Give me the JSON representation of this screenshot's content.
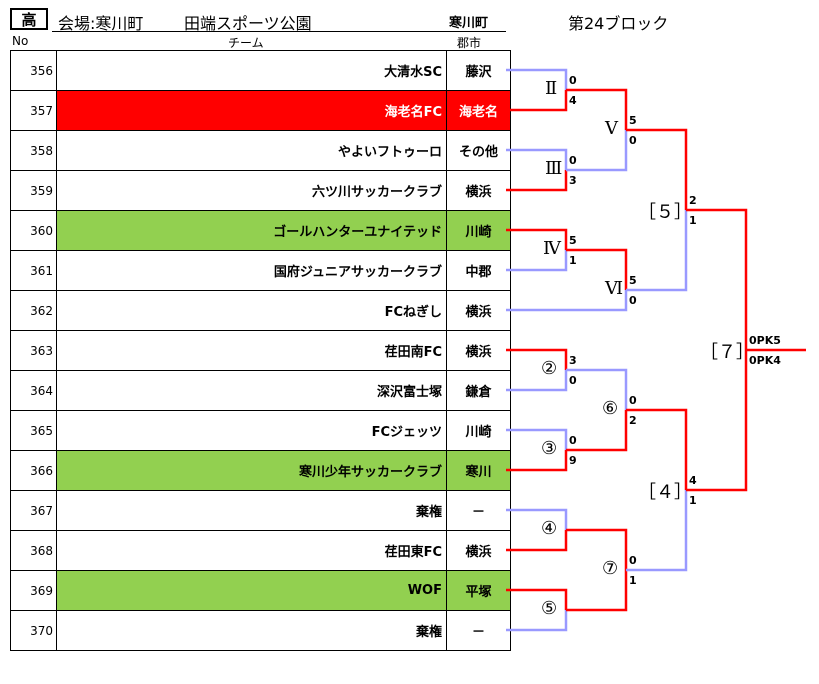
{
  "header": {
    "badge": "高",
    "venue": "会場:寒川町",
    "venue_name": "田端スポーツ公園",
    "town": "寒川町",
    "block": "第24ブロック"
  },
  "columns": {
    "no": "No",
    "team": "チーム",
    "city": "郡市"
  },
  "rows": [
    {
      "no": "356",
      "team": "大清水SC",
      "city": "藤沢",
      "hl": ""
    },
    {
      "no": "357",
      "team": "海老名FC",
      "city": "海老名",
      "hl": "red"
    },
    {
      "no": "358",
      "team": "やよいフトゥーロ",
      "city": "その他",
      "hl": ""
    },
    {
      "no": "359",
      "team": "六ツ川サッカークラブ",
      "city": "横浜",
      "hl": ""
    },
    {
      "no": "360",
      "team": "ゴールハンターユナイテッド",
      "city": "川崎",
      "hl": "green"
    },
    {
      "no": "361",
      "team": "国府ジュニアサッカークラブ",
      "city": "中郡",
      "hl": ""
    },
    {
      "no": "362",
      "team": "FCねぎし",
      "city": "横浜",
      "hl": ""
    },
    {
      "no": "363",
      "team": "荏田南FC",
      "city": "横浜",
      "hl": ""
    },
    {
      "no": "364",
      "team": "深沢富士塚",
      "city": "鎌倉",
      "hl": ""
    },
    {
      "no": "365",
      "team": "FCジェッツ",
      "city": "川崎",
      "hl": ""
    },
    {
      "no": "366",
      "team": "寒川少年サッカークラブ",
      "city": "寒川",
      "hl": "green"
    },
    {
      "no": "367",
      "team": "棄権",
      "city": "－",
      "hl": ""
    },
    {
      "no": "368",
      "team": "荏田東FC",
      "city": "横浜",
      "hl": ""
    },
    {
      "no": "369",
      "team": "WOF",
      "city": "平塚",
      "hl": "green"
    },
    {
      "no": "370",
      "team": "棄権",
      "city": "－",
      "hl": ""
    }
  ],
  "match_labels": {
    "m2": "Ⅱ",
    "m3": "Ⅲ",
    "m4": "Ⅳ",
    "m5": "Ⅴ",
    "m6": "Ⅵ",
    "c2": "②",
    "c3": "③",
    "c4": "④",
    "c5": "⑤",
    "c6": "⑥",
    "c7": "⑦",
    "b5": "［５］",
    "b4": "［４］",
    "b7": "［７］"
  },
  "scores": {
    "m2_top": "0",
    "m2_bot": "4",
    "m3_top": "0",
    "m3_bot": "3",
    "m4_top": "5",
    "m4_bot": "1",
    "m5_top": "5",
    "m5_bot": "0",
    "m6_top": "5",
    "m6_bot": "0",
    "c2_top": "3",
    "c2_bot": "0",
    "c3_top": "0",
    "c3_bot": "9",
    "c6_top": "0",
    "c6_bot": "2",
    "c7_top": "0",
    "c7_bot": "1",
    "b5_top": "2",
    "b5_bot": "1",
    "b4_top": "4",
    "b4_bot": "1",
    "final_top": "0PK5",
    "final_bot": "0PK4"
  },
  "colors": {
    "win": "#ff0000",
    "lose": "#9999ff",
    "green_row": "#92d050"
  }
}
